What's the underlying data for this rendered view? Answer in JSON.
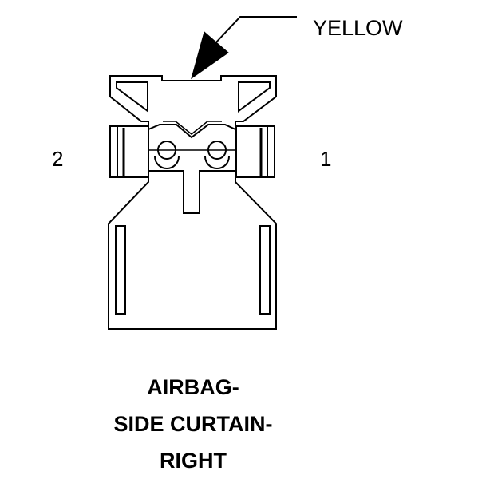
{
  "diagram": {
    "callout_label": "YELLOW",
    "pin_left": "2",
    "pin_right": "1",
    "caption_lines": [
      "AIRBAG-",
      "SIDE CURTAIN-",
      "RIGHT"
    ],
    "line_color": "#000000",
    "background": "#ffffff"
  }
}
